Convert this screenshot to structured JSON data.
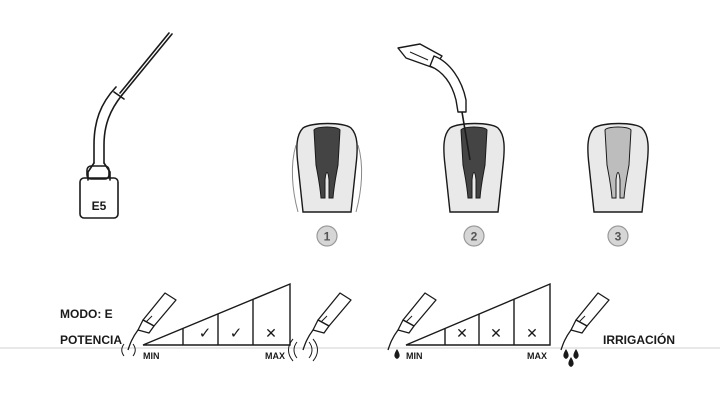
{
  "tip": {
    "code": "E5"
  },
  "steps": [
    {
      "label": "1"
    },
    {
      "label": "2"
    },
    {
      "label": "3"
    }
  ],
  "settings": {
    "mode_label": "MODO: E",
    "power_label": "POTENCIA",
    "irrigation_label": "IRRIGACIÓN"
  },
  "power_scale": {
    "min_label": "MIN",
    "max_label": "MAX",
    "levels": [
      {
        "mark": ""
      },
      {
        "mark": "✓"
      },
      {
        "mark": "✓"
      },
      {
        "mark": "✕"
      }
    ]
  },
  "irrigation_scale": {
    "min_label": "MIN",
    "max_label": "MAX",
    "levels": [
      {
        "mark": ""
      },
      {
        "mark": "✕"
      },
      {
        "mark": "✕"
      },
      {
        "mark": "✕"
      }
    ]
  },
  "colors": {
    "line": "#1a1a1a",
    "canal": "#444444",
    "tooth_fill": "#e6e6e6",
    "badge": "#d6d6d6"
  }
}
